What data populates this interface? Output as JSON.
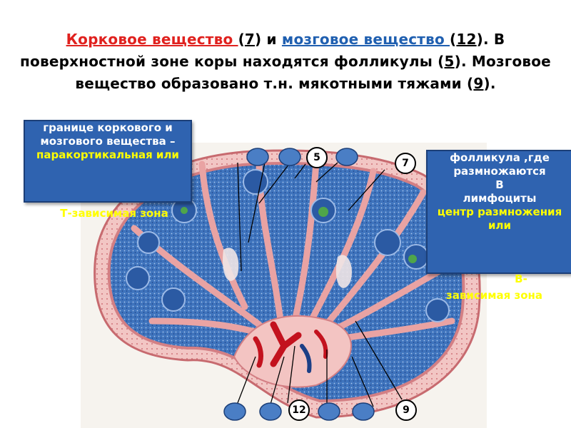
{
  "title": {
    "cortex": "Корковое вещество ",
    "p1": "(",
    "n7": "7",
    "p2": ") и ",
    "medulla": "мозговое вещество ",
    "p3": "(",
    "n12": "12",
    "p4": "). В поверхностной зоне коры находятся фолликулы (",
    "n5": "5",
    "p5": "). Мозговое вещество образовано т.н. мякотными тяжами (",
    "n9": "9",
    "p6": ")."
  },
  "callout_left": {
    "line1": "границе коркового и мозгового вещества –",
    "line2": "паракортикальная или",
    "line3": "Т-зависимая зона"
  },
  "callout_right": {
    "line1": "фолликула ,где размножаются",
    "line2": "В",
    "line3": "лимфоциты",
    "line4": "центр размножения или",
    "line5": "В-",
    "line6": "зависимая зона"
  },
  "figure_labels": {
    "n5": "5",
    "n7": "7",
    "n12": "12",
    "n9": "9"
  },
  "colors": {
    "capsule": "#e79a9a",
    "cortex_blue": "#3a6fb8",
    "vessel_red": "#c3121e",
    "callout_bg": "#2f63b0",
    "highlight_yellow": "#ffff00"
  }
}
